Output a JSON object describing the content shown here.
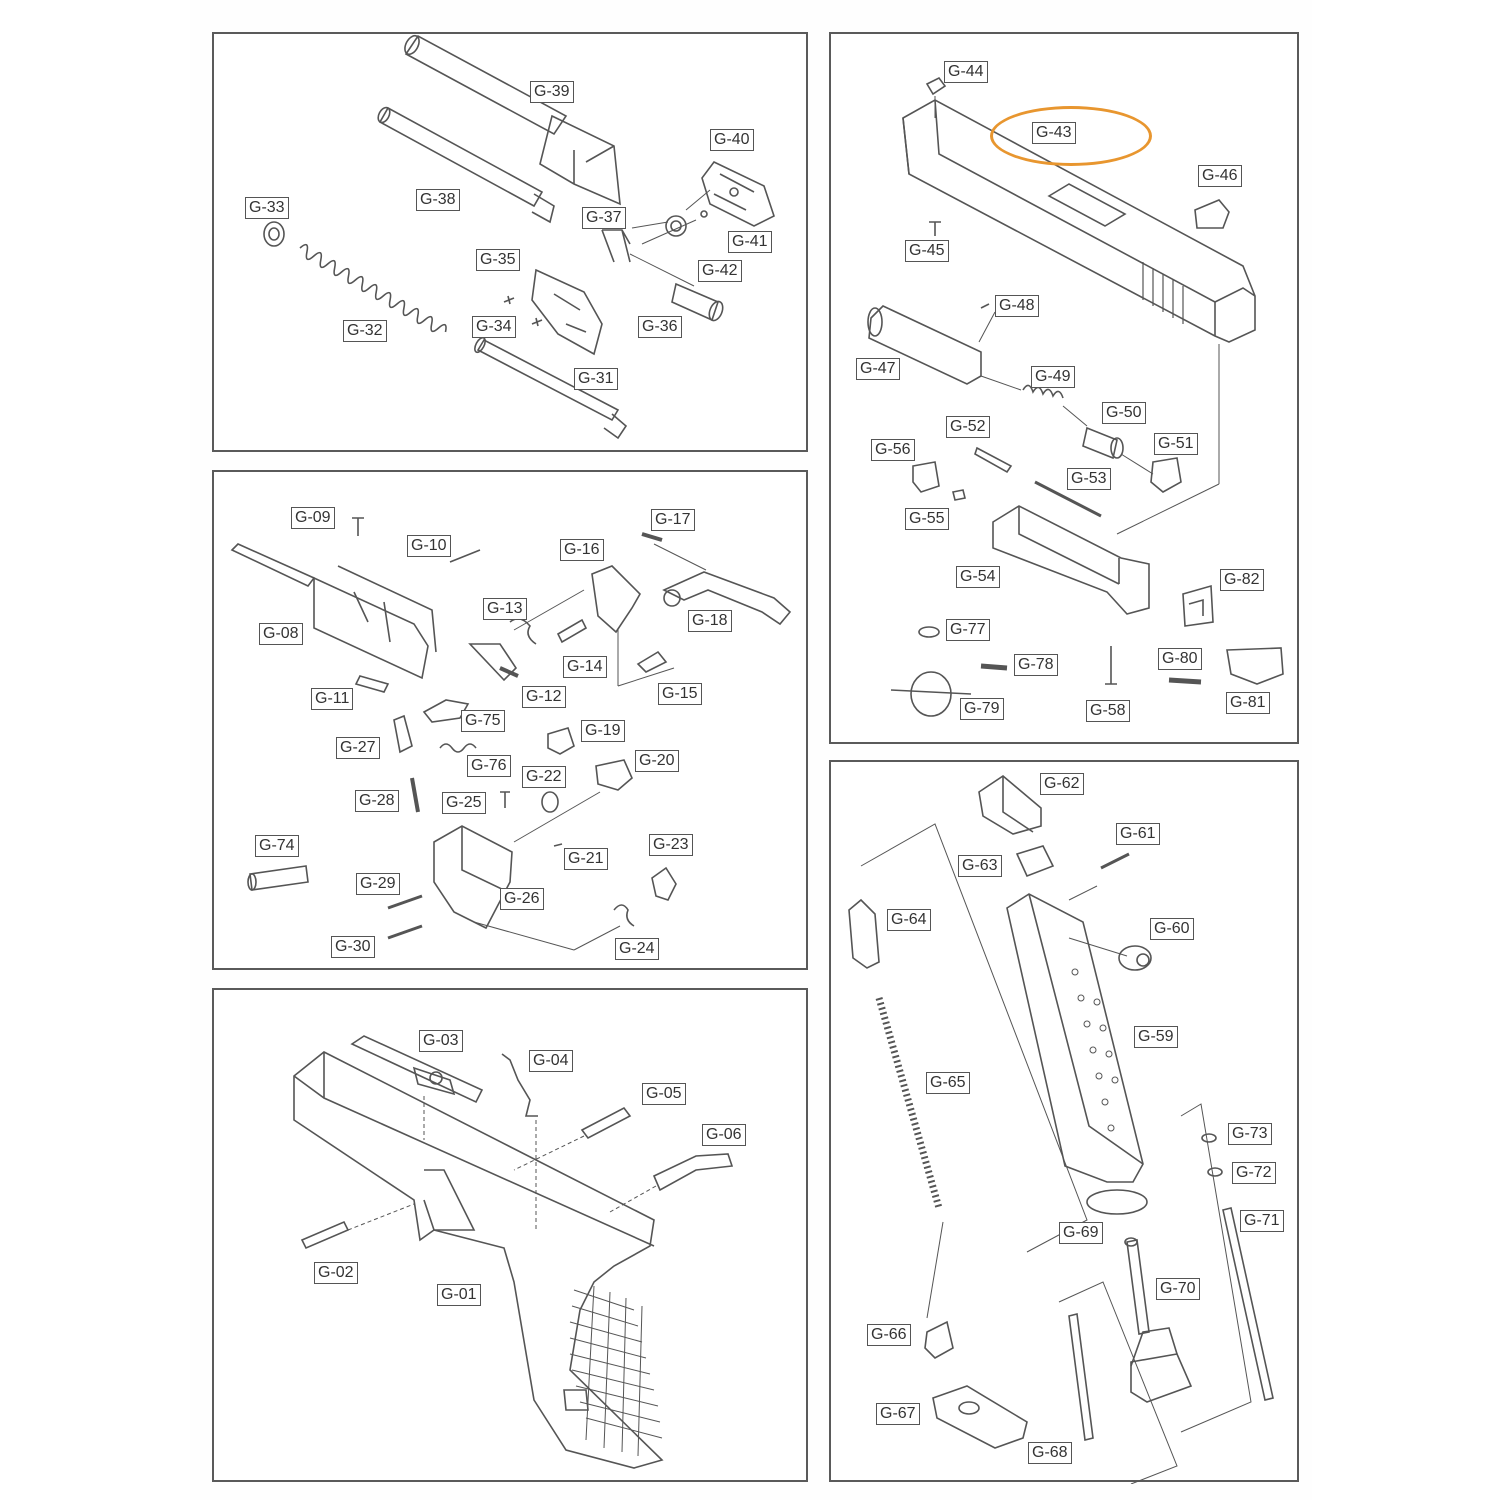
{
  "highlight_color": "#e8962f",
  "panels": {
    "barrel": {
      "labels": [
        "G-39",
        "G-40",
        "G-33",
        "G-38",
        "G-37",
        "G-41",
        "G-35",
        "G-42",
        "G-34",
        "G-36",
        "G-32",
        "G-31"
      ]
    },
    "slide": {
      "labels": [
        "G-44",
        "G-43",
        "G-46",
        "G-45",
        "G-48",
        "G-47",
        "G-49",
        "G-50",
        "G-52",
        "G-51",
        "G-56",
        "G-53",
        "G-55",
        "G-54",
        "G-82",
        "G-77",
        "G-80",
        "G-78",
        "G-79",
        "G-58",
        "G-81"
      ],
      "highlighted": "G-43"
    },
    "trigger": {
      "labels": [
        "G-09",
        "G-17",
        "G-10",
        "G-16",
        "G-13",
        "G-18",
        "G-08",
        "G-14",
        "G-15",
        "G-12",
        "G-11",
        "G-75",
        "G-19",
        "G-27",
        "G-76",
        "G-20",
        "G-22",
        "G-28",
        "G-25",
        "G-21",
        "G-74",
        "G-23",
        "G-29",
        "G-26",
        "G-30",
        "G-24"
      ]
    },
    "frame": {
      "labels": [
        "G-03",
        "G-04",
        "G-05",
        "G-06",
        "G-02",
        "G-01"
      ]
    },
    "magazine": {
      "labels": [
        "G-62",
        "G-61",
        "G-63",
        "G-60",
        "G-64",
        "G-59",
        "G-65",
        "G-73",
        "G-72",
        "G-71",
        "G-69",
        "G-70",
        "G-66",
        "G-67",
        "G-68"
      ]
    }
  }
}
